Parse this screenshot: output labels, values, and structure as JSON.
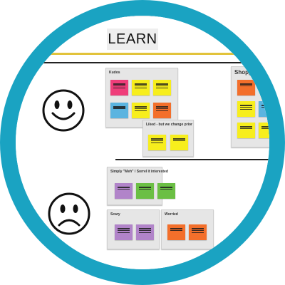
{
  "header": {
    "title": "LEARN"
  },
  "sections": {
    "liked": {
      "face": "smiley-face-icon"
    },
    "disliked": {
      "face": "sad-face-icon"
    }
  },
  "boards": {
    "kudos": {
      "title": "Kudos"
    },
    "liked_change": {
      "title": "Liked - but we change prior"
    },
    "shopping": {
      "title": "Shopp"
    },
    "simply_meh": {
      "title": "Simply \"Meh\" / Sorrel it interested"
    },
    "scary": {
      "title": "Scary"
    },
    "worried": {
      "title": "Worried"
    }
  },
  "colors": {
    "ring": "#1aa3c2",
    "accent_line": "#e2c33b",
    "note_pink": "#ef3e7a",
    "note_yellow": "#f7ee1d",
    "note_blue": "#5bb4e0",
    "note_orange": "#f36f2b",
    "note_green": "#6bbf44",
    "note_purple": "#b184c9"
  }
}
